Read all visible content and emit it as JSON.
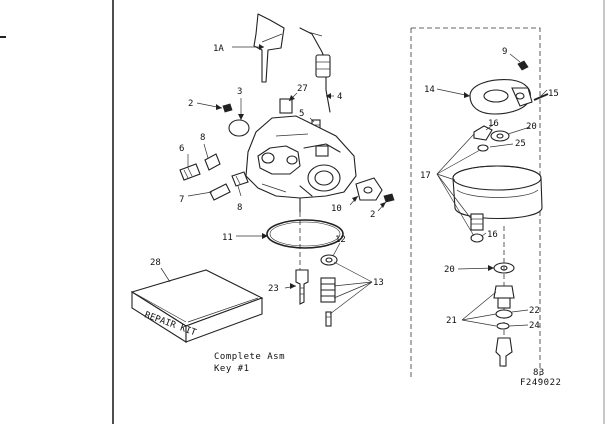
{
  "diagram": {
    "callouts": {
      "c1A": "1A",
      "c2a": "2",
      "c3": "3",
      "c27": "27",
      "c4": "4",
      "c5": "5",
      "c6": "6",
      "c8a": "8",
      "c7": "7",
      "c8b": "8",
      "c10": "10",
      "c2b": "2",
      "c11": "11",
      "c12": "12",
      "c13": "13",
      "c23": "23",
      "c28": "28",
      "c9": "9",
      "c14": "14",
      "c15": "15",
      "c16a": "16",
      "c20a": "20",
      "c25": "25",
      "c17": "17",
      "c16b": "16",
      "c20b": "20",
      "c22": "22",
      "c21": "21",
      "c24": "24"
    },
    "repair_kit_text": "REPAIR KIT",
    "caption_line1": "Complete Asm",
    "caption_line2": "Key #1",
    "code_line1": "83",
    "code_line2": "F249022"
  }
}
